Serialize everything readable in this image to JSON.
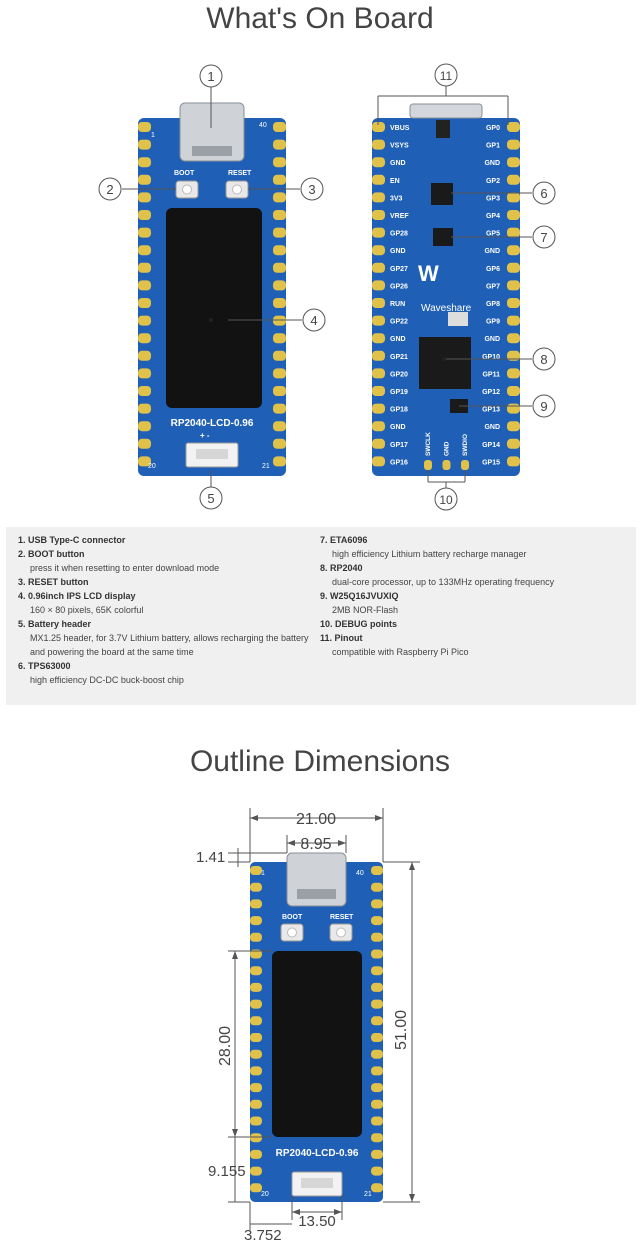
{
  "section1_title": "What's On Board",
  "section2_title": "Outline Dimensions",
  "board": {
    "boot_label": "BOOT",
    "reset_label": "RESET",
    "name": "RP2040-LCD-0.96",
    "pin_top_left": "1",
    "pin_top_right": "40",
    "pin_bottom_left": "20",
    "pin_bottom_right": "21",
    "battery_polarity": "+ -",
    "brand": "Waveshare",
    "left_pins": [
      "VBUS",
      "VSYS",
      "GND",
      "EN",
      "3V3",
      "VREF",
      "GP28",
      "GND",
      "GP27",
      "GP26",
      "RUN",
      "GP22",
      "GND",
      "GP21",
      "GP20",
      "GP19",
      "GP18",
      "GND",
      "GP17",
      "GP16"
    ],
    "right_pins": [
      "GP0",
      "GP1",
      "GND",
      "GP2",
      "GP3",
      "GP4",
      "GP5",
      "GND",
      "GP6",
      "GP7",
      "GP8",
      "GP9",
      "GND",
      "GP10",
      "GP11",
      "GP12",
      "GP13",
      "GND",
      "GP14",
      "GP15"
    ],
    "debug_pins": [
      "SWCLK",
      "GND",
      "SWDIO"
    ]
  },
  "callouts": [
    "1",
    "2",
    "3",
    "4",
    "5",
    "6",
    "7",
    "8",
    "9",
    "10",
    "11"
  ],
  "legend": {
    "left": [
      {
        "title": "1. USB Type-C connector",
        "desc": []
      },
      {
        "title": "2. BOOT button",
        "desc": [
          "press it when resetting to enter download mode"
        ]
      },
      {
        "title": "3. RESET button",
        "desc": []
      },
      {
        "title": "4. 0.96inch IPS LCD display",
        "desc": [
          "160 × 80 pixels, 65K colorful"
        ]
      },
      {
        "title": "5. Battery header",
        "desc": [
          "MX1.25 header, for 3.7V Lithium battery, allows recharging the battery",
          "and powering the board at the same time"
        ]
      },
      {
        "title": "6. TPS63000",
        "desc": [
          "high efficiency DC-DC buck-boost chip"
        ]
      }
    ],
    "right": [
      {
        "title": "7. ETA6096",
        "desc": [
          "high efficiency Lithium battery recharge manager"
        ]
      },
      {
        "title": "8. RP2040",
        "desc": [
          "dual-core processor, up to 133MHz operating frequency"
        ]
      },
      {
        "title": "9. W25Q16JVUXIQ",
        "desc": [
          "2MB NOR-Flash"
        ]
      },
      {
        "title": "10. DEBUG points",
        "desc": []
      },
      {
        "title": "11. Pinout",
        "desc": [
          "compatible with Raspberry Pi Pico"
        ]
      }
    ]
  },
  "dimensions": {
    "width_total": "21.00",
    "usb_width": "8.95",
    "usb_overhang": "1.41",
    "lcd_height": "28.00",
    "total_height": "51.00",
    "lcd_bottom_offset": "9.155",
    "connector_width": "13.50",
    "connector_offset": "3.752"
  },
  "colors": {
    "pcb": "#1f5fb5",
    "pad": "#e0c24a",
    "lcd": "#121212",
    "callout_line": "#555555"
  }
}
